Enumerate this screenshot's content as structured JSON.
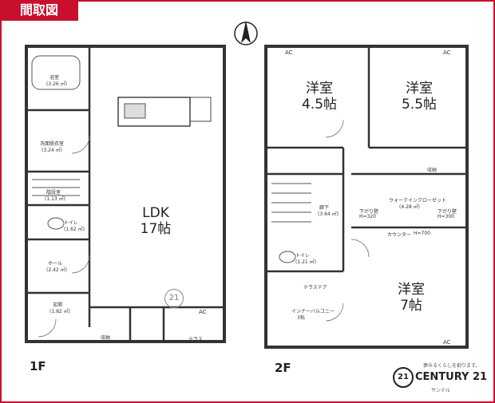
{
  "header": {
    "title": "間取図"
  },
  "compass": {
    "label": "N"
  },
  "floor1": {
    "label": "1F",
    "rooms": {
      "bath": {
        "name": "浴室",
        "area": "(3.26 ㎡)"
      },
      "wash": {
        "name": "洗面脱衣室",
        "area": "(3.24 ㎡)"
      },
      "storage": {
        "name": "階段室",
        "area": "(1.13 ㎡)"
      },
      "toilet": {
        "name": "トイレ",
        "area": "(1.62 ㎡)"
      },
      "hall": {
        "name": "ホール",
        "area": "(2.42 ㎡)"
      },
      "entrance": {
        "name": "玄関",
        "area": "(1.82 ㎡)"
      },
      "ldk": {
        "name": "LDK",
        "size": "17帖"
      },
      "terrace": {
        "name": "テラス"
      },
      "shoe": {
        "name": "収納"
      }
    },
    "ac": "AC"
  },
  "floor2": {
    "label": "2F",
    "rooms": {
      "w45": {
        "name": "洋室",
        "size": "4.5帖"
      },
      "w55": {
        "name": "洋室",
        "size": "5.5帖"
      },
      "w7": {
        "name": "洋室",
        "size": "7帖"
      },
      "wic": {
        "name": "ウォークインクローゼット",
        "area": "(4.28 ㎡)"
      },
      "hall2": {
        "name": "廊下",
        "area": "(3.64 ㎡)"
      },
      "toilet2": {
        "name": "トイレ",
        "area": "(1.21 ㎡)"
      },
      "balcony": {
        "name": "インナーバルコニー",
        "area": "3帖"
      },
      "counter": {
        "name": "カウンター",
        "height": "H=700"
      },
      "drop1": {
        "name": "下がり壁",
        "height": "H=320"
      },
      "drop2": {
        "name": "下がり壁",
        "height": "H=300"
      },
      "closet": {
        "name": "収納"
      },
      "terrace_door": {
        "name": "テラスドア"
      }
    },
    "ac": "AC"
  },
  "brand": {
    "tagline": "夢みるくらしを創ります。",
    "name": "CENTURY 21",
    "sub": "サンテル",
    "number": "21"
  },
  "colors": {
    "accent": "#c8102e",
    "wall": "#333333"
  }
}
